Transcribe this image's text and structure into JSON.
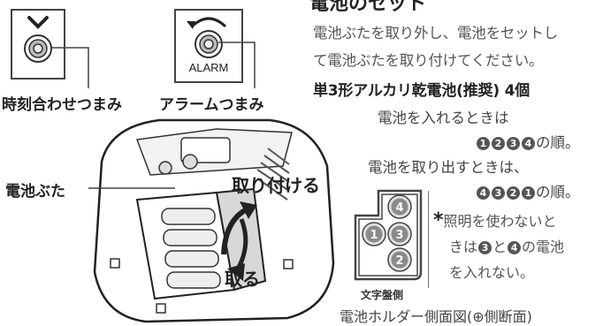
{
  "section_title": "電池のセット",
  "description_lines": [
    "電池ぶたを取り外し、電池をセットし",
    "て電池ぶたを取り付けてください。"
  ],
  "battery_spec": "単3形アルカリ乾電池(推奨) 4個",
  "insert_heading": "電池を入れるときは",
  "insert_order": [
    "1",
    "2",
    "3",
    "4"
  ],
  "remove_heading": "電池を取り出すときは、",
  "remove_order": [
    "4",
    "3",
    "2",
    "1"
  ],
  "order_suffix": "の順。",
  "note": {
    "mark": "*",
    "line1": "照明を使わないと",
    "line2_pre": "きは",
    "line2_a": "3",
    "line2_mid": "と",
    "line2_b": "4",
    "line2_post": "の電池",
    "line3": "を入れない。"
  },
  "knobs": {
    "time_label": "時刻合わせつまみ",
    "alarm_label": "アラームつまみ",
    "alarm_box_text": "ALARM"
  },
  "callouts": {
    "cover_label": "電池ぶた",
    "attach_label": "取り付ける",
    "remove_label": "取る"
  },
  "holder": {
    "batteries": [
      "4",
      "1",
      "3",
      "2"
    ],
    "dial_side_label": "文字盤側",
    "caption": "電池ホルダー側面図(⊕側断面)"
  },
  "colors": {
    "battery_fill": "#8a8a8a",
    "battery_ring": "#e0e0e0",
    "line": "#444444"
  }
}
